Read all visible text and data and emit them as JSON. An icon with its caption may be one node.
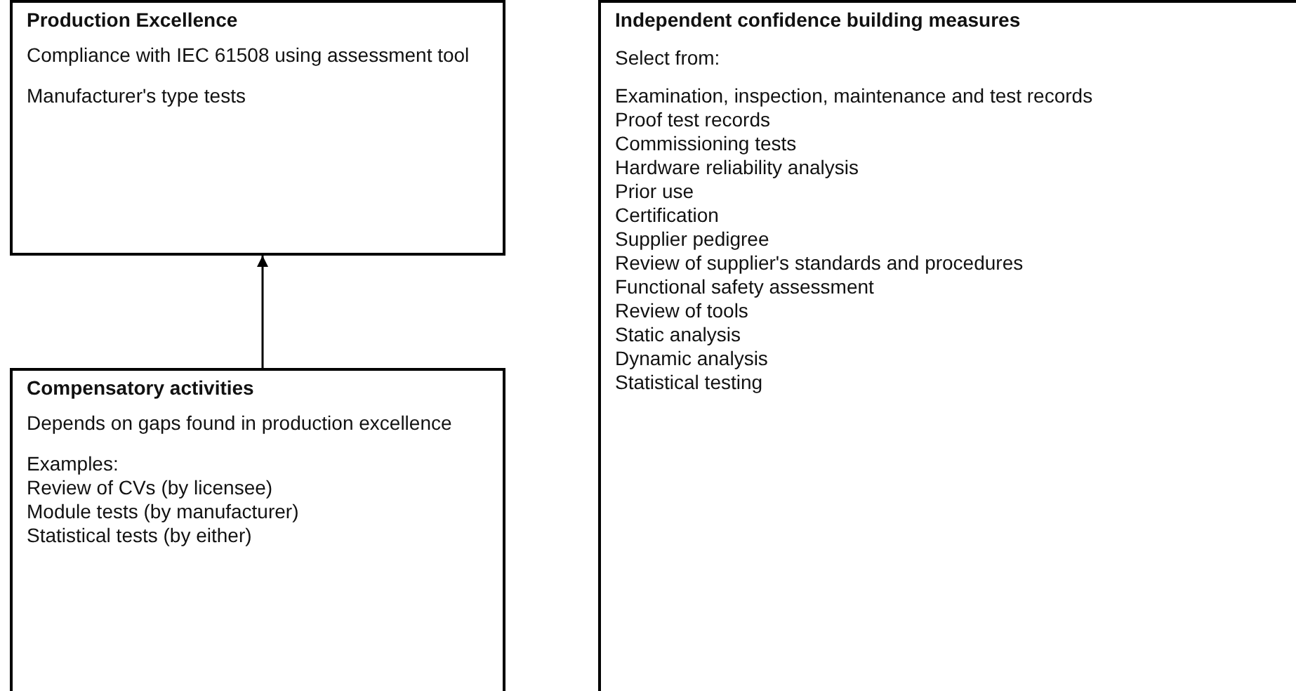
{
  "diagram": {
    "nodes": [
      {
        "text": [
          "Production Excellence",
          "Compliance with IEC 61508 using assessment tool",
          "Manufacturer's type tests"
        ]
      },
      {
        "text": [
          "Compensatory activities",
          "Depends on gaps found in production excellence",
          "Examples:",
          "Review of CVs (by licensee)",
          "Module tests (by manufacturer)",
          "Statistical tests (by either)"
        ]
      },
      {
        "text": [
          "Independent confidence building measures",
          "Select from:",
          "Examination, inspection, maintenance and test records",
          "Proof test records",
          "Commissioning tests",
          "Hardware reliability analysis",
          "Prior use",
          "Certification",
          "Supplier pedigree",
          "Review of supplier's standards and procedures",
          "Functional safety assessment",
          "Review of tools",
          "Static analysis",
          "Dynamic analysis",
          "Statistical testing"
        ]
      }
    ],
    "edges": [
      {
        "from": 1,
        "to": 0,
        "arrow": "to"
      }
    ]
  }
}
